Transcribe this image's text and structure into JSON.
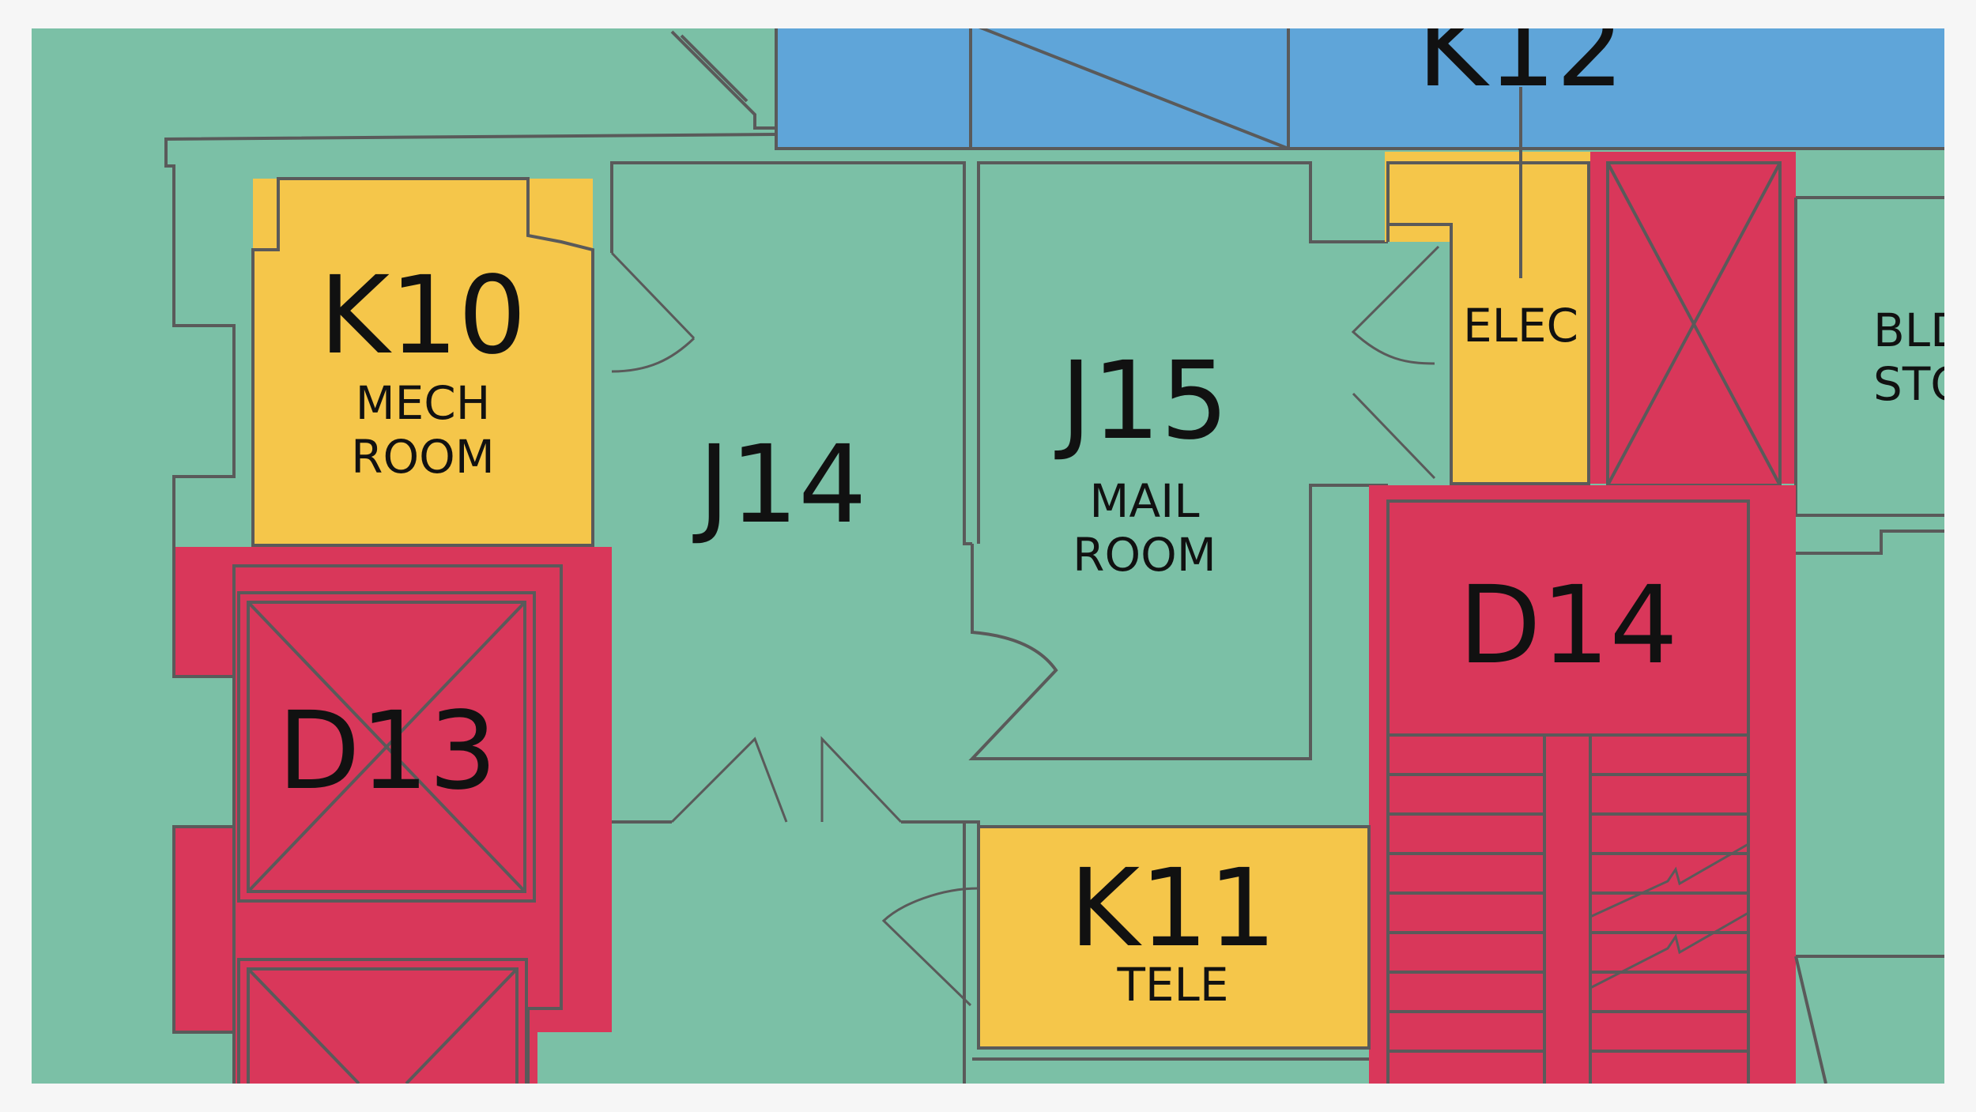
{
  "colors": {
    "background": "#f6f6f6",
    "corridor": "#7bc0a6",
    "utility": "#f5c64a",
    "stair_elevator": "#d9375a",
    "restricted": "#5fa5d9",
    "wall": "#5a5a5a",
    "text": "#111111"
  },
  "rooms": {
    "k12": {
      "id": "K12"
    },
    "k10": {
      "id": "K10",
      "line1": "MECH",
      "line2": "ROOM"
    },
    "j14": {
      "id": "J14"
    },
    "j15": {
      "id": "J15",
      "line1": "MAIL",
      "line2": "ROOM"
    },
    "elec": {
      "label": "ELEC"
    },
    "bldg": {
      "line1": "BLD",
      "line2": "STO"
    },
    "d13": {
      "id": "D13"
    },
    "d14": {
      "id": "D14"
    },
    "k11": {
      "id": "K11",
      "line1": "TELE"
    }
  }
}
